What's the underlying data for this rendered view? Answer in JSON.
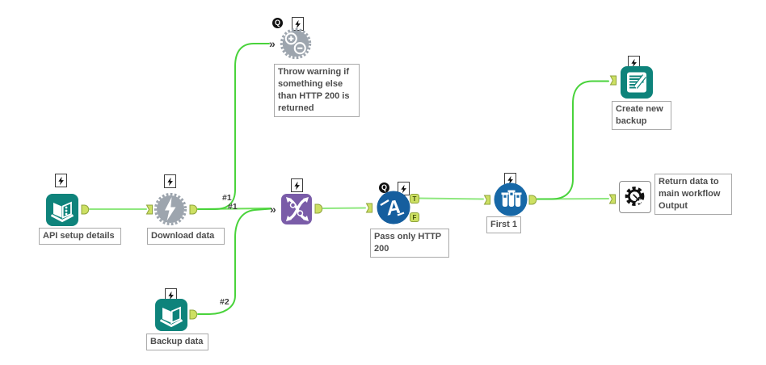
{
  "workflow": {
    "nodes": [
      {
        "label": "API setup details",
        "tool": "Input Data"
      },
      {
        "label": "Download data",
        "tool": "Download"
      },
      {
        "label": "Throw warning if something else than HTTP 200 is returned",
        "tool": "Message"
      },
      {
        "label": "",
        "tool": "Union"
      },
      {
        "label": "Pass only HTTP 200",
        "tool": "Filter",
        "anchor_true": "T",
        "anchor_false": "F"
      },
      {
        "label": "First 1",
        "tool": "Sample"
      },
      {
        "label": "Create new backup",
        "tool": "Output Data"
      },
      {
        "label": "Return data to main workflow Output",
        "tool": "Macro Output"
      },
      {
        "label": "Backup data",
        "tool": "Input Data"
      }
    ],
    "connection_labels": [
      {
        "text": "#1"
      },
      {
        "text": "#1"
      },
      {
        "text": "#2"
      }
    ],
    "badges": {
      "q": "Q"
    },
    "glyphs": {
      "multi_input": "»",
      "macro_output_arrow": "↘"
    },
    "colors": {
      "teal": "#0E837B",
      "tool_gray": "#9DA5AE",
      "union_purple": "#7A5CA8",
      "filter_blue": "#155E9E",
      "sample_blue": "#1768A7",
      "connection_pale_green": "#8FE87F",
      "connection_bright_green": "#49D33B",
      "anchor_fill": "#CDE063",
      "anchor_border": "#8FA43C"
    }
  }
}
